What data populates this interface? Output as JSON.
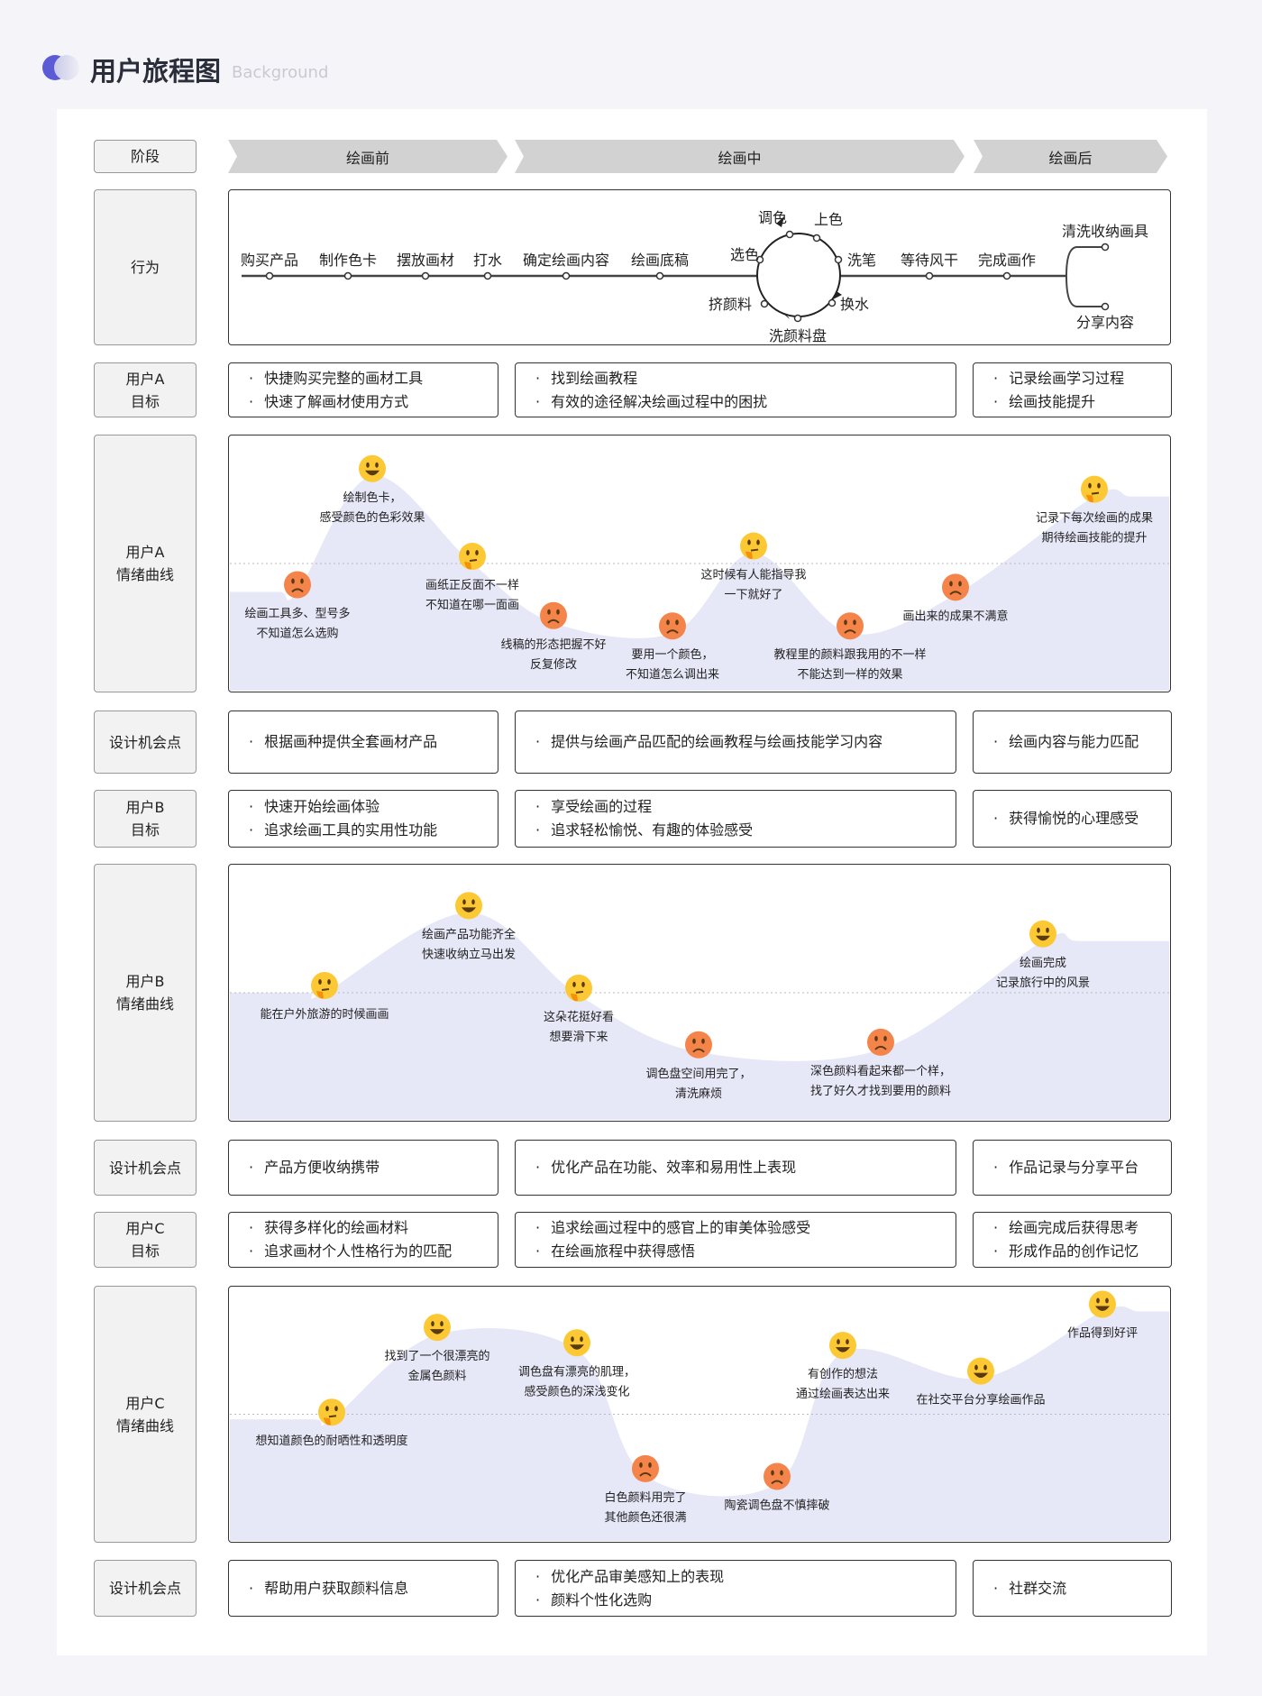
{
  "header": {
    "title": "用户旅程图",
    "subtitle": "Background",
    "logo_colors": [
      "#5b5bd6",
      "#d8d8ee"
    ]
  },
  "colors": {
    "curve_fill": "#e6e7f7",
    "label_bg": "#f2f2f2",
    "stage_bg": "#d2d2d2",
    "happy": "#fcc934",
    "sad": "#f5844a"
  },
  "stages": {
    "label": "阶段",
    "items": [
      "绘画前",
      "绘画中",
      "绘画后"
    ]
  },
  "behavior": {
    "label": "行为",
    "steps": [
      "购买产品",
      "制作色卡",
      "摆放画材",
      "打水",
      "确定绘画内容",
      "绘画底稿"
    ],
    "loop": [
      "选色",
      "调色",
      "上色",
      "洗笔",
      "换水",
      "洗颜料盘",
      "挤颜料"
    ],
    "after": [
      "等待风干",
      "完成画作"
    ],
    "branches": [
      "清洗收纳画具",
      "分享内容"
    ]
  },
  "rows": [
    {
      "type": "text",
      "label": [
        "用户A",
        "目标"
      ],
      "cells": [
        [
          "快捷购买完整的画材工具",
          "快速了解画材使用方式"
        ],
        [
          "找到绘画教程",
          "有效的途径解决绘画过程中的困扰"
        ],
        [
          "记录绘画学习过程",
          "绘画技能提升"
        ]
      ]
    },
    {
      "type": "curve",
      "label": [
        "用户A",
        "情绪曲线"
      ],
      "points": [
        {
          "mood": "sad",
          "level": 39,
          "text": [
            "绘画工具多、型号多",
            "不知道怎么选购"
          ]
        },
        {
          "mood": "happy",
          "level": 84,
          "text": [
            "绘制色卡，",
            "感受颜色的色彩效果"
          ]
        },
        {
          "mood": "think",
          "level": 50,
          "text": [
            "画纸正反面不一样",
            "不知道在哪一面画"
          ]
        },
        {
          "mood": "sad",
          "level": 27,
          "text": [
            "线稿的形态把握不好",
            "反复修改"
          ]
        },
        {
          "mood": "sad",
          "level": 23,
          "text": [
            "要用一个颜色，",
            "不知道怎么调出来"
          ]
        },
        {
          "mood": "think",
          "level": 54,
          "text": [
            "这时候有人能指导我",
            "一下就好了"
          ]
        },
        {
          "mood": "sad",
          "level": 23,
          "text": [
            "教程里的颜料跟我用的不一样",
            "不能达到一样的效果"
          ]
        },
        {
          "mood": "sad",
          "level": 38,
          "text": [
            "画出来的成果不满意"
          ]
        },
        {
          "mood": "think",
          "level": 76,
          "text": [
            "记录下每次绘画的成果",
            "期待绘画技能的提升"
          ]
        }
      ]
    },
    {
      "type": "text",
      "label": [
        "设计机会点"
      ],
      "cells": [
        [
          "根据画种提供全套画材产品"
        ],
        [
          "提供与绘画产品匹配的绘画教程与绘画技能学习内容"
        ],
        [
          "绘画内容与能力匹配"
        ]
      ]
    },
    {
      "type": "text",
      "label": [
        "用户B",
        "目标"
      ],
      "cells": [
        [
          "快速开始绘画体验",
          "追求绘画工具的实用性功能"
        ],
        [
          "享受绘画的过程",
          "追求轻松愉悦、有趣的体验感受"
        ],
        [
          "获得愉悦的心理感受"
        ]
      ]
    },
    {
      "type": "curve",
      "label": [
        "用户B",
        "情绪曲线"
      ],
      "points": [
        {
          "mood": "think",
          "level": 50,
          "text": [
            "能在户外旅游的时候画画"
          ]
        },
        {
          "mood": "happy",
          "level": 81,
          "text": [
            "绘画产品功能齐全",
            "快速收纳立马出发"
          ]
        },
        {
          "mood": "think",
          "level": 49,
          "text": [
            "这朵花挺好看",
            "想要滑下来"
          ]
        },
        {
          "mood": "sad",
          "level": 27,
          "text": [
            "调色盘空间用完了，",
            "清洗麻烦"
          ]
        },
        {
          "mood": "sad",
          "level": 28,
          "text": [
            "深色颜料看起来都一个样，",
            "找了好久才找到要用的颜料"
          ]
        },
        {
          "mood": "happy",
          "level": 70,
          "text": [
            "绘画完成",
            "记录旅行中的风景"
          ]
        }
      ]
    },
    {
      "type": "text",
      "label": [
        "设计机会点"
      ],
      "cells": [
        [
          "产品方便收纳携带"
        ],
        [
          "优化产品在功能、效率和易用性上表现"
        ],
        [
          "作品记录与分享平台"
        ]
      ]
    },
    {
      "type": "text",
      "label": [
        "用户C",
        "目标"
      ],
      "cells": [
        [
          "获得多样化的绘画材料",
          "追求画材个人性格行为的匹配"
        ],
        [
          "追求绘画过程中的感官上的审美体验感受",
          "在绘画旅程中获得感悟"
        ],
        [
          "绘画完成后获得思考",
          "形成作品的创作记忆"
        ]
      ]
    },
    {
      "type": "curve",
      "label": [
        "用户C",
        "情绪曲线"
      ],
      "points": [
        {
          "mood": "think",
          "level": 48,
          "text": [
            "想知道颜色的耐晒性和透明度"
          ]
        },
        {
          "mood": "happy",
          "level": 81,
          "text": [
            "找到了一个很漂亮的",
            "金属色颜料"
          ]
        },
        {
          "mood": "happy",
          "level": 75,
          "text": [
            "调色盘有漂亮的肌理，",
            "感受颜色的深浅变化"
          ]
        },
        {
          "mood": "sad",
          "level": 26,
          "text": [
            "白色颜料用完了",
            "其他颜色还很满"
          ]
        },
        {
          "mood": "sad",
          "level": 23,
          "text": [
            "陶瓷调色盘不慎摔破"
          ]
        },
        {
          "mood": "happy",
          "level": 74,
          "text": [
            "有创作的想法",
            "通过绘画表达出来"
          ]
        },
        {
          "mood": "happy",
          "level": 64,
          "text": [
            "在社交平台分享绘画作品"
          ]
        },
        {
          "mood": "happy",
          "level": 90,
          "text": [
            "作品得到好评"
          ]
        }
      ]
    },
    {
      "type": "text",
      "label": [
        "设计机会点"
      ],
      "cells": [
        [
          "帮助用户获取颜料信息"
        ],
        [
          "优化产品审美感知上的表现",
          "颜料个性化选购"
        ],
        [
          "社群交流"
        ]
      ]
    }
  ]
}
